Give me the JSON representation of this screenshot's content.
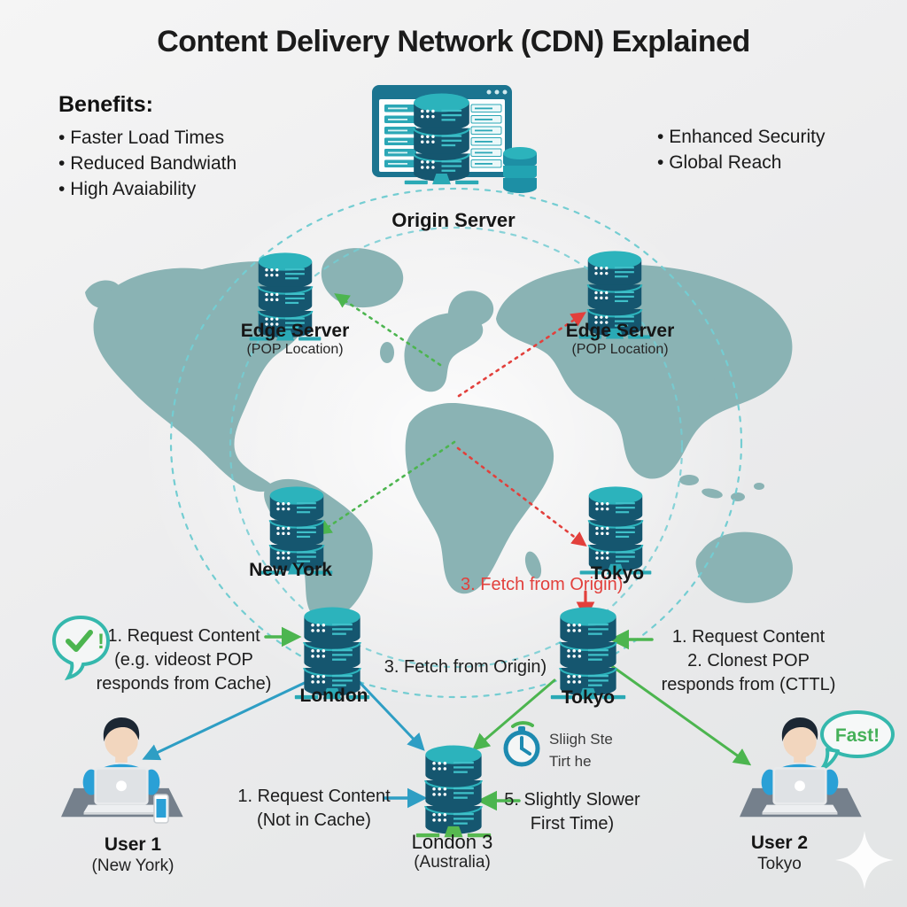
{
  "title": "Content Delivery Network (CDN) Explained",
  "benefits": {
    "heading": "Benefits:",
    "left": [
      "Faster Load Times",
      "Reduced Bandwiath",
      "High Avaiability"
    ],
    "right": [
      "Enhanced Security",
      "Global Reach"
    ]
  },
  "origin_server": {
    "label": "Origin Server"
  },
  "nodes": {
    "edge_left": {
      "label": "Edge Server",
      "sublabel": "(POP Location)"
    },
    "edge_right": {
      "label": "Edge Server",
      "sublabel": "(POP Location)"
    },
    "new_york": {
      "label": "New York"
    },
    "tokyo_map": {
      "label": "Tokyo"
    },
    "london": {
      "label": "London"
    },
    "tokyo_lower": {
      "label": "Tokyo"
    },
    "london3": {
      "label": "London 3",
      "sublabel": "(Australia)"
    }
  },
  "annotations": {
    "fetch_from_origin_red": "3. Fetch from Origin)",
    "request_left_1": "1. Request Content",
    "request_left_2": "(e.g. videost POP",
    "request_left_3": "responds from Cache)",
    "fetch_from_origin_mid": "3. Fetch from Origin)",
    "request_right_1": "1. Request Content",
    "request_right_2": "2. Clonest POP",
    "request_right_3": "responds from (CTTL)",
    "request_bottom_1": "1. Request Content",
    "request_bottom_2": "(Not in Cache)",
    "slower_1": "5. Slightly Slower",
    "slower_2": "First Time)",
    "clock_note_1": "Sliigh Ste",
    "clock_note_2": "Tirt he",
    "fast_bubble": "Fast!",
    "check_bubble": "!"
  },
  "users": {
    "user1": {
      "label": "User 1",
      "sublabel": "(New York)"
    },
    "user2": {
      "label": "User 2",
      "sublabel": "Tokyo"
    }
  },
  "colors": {
    "accent_teal": "#2CB3BC",
    "server_dark": "#15566F",
    "map_land": "#8AB3B4",
    "arrow_green": "#4CB54F",
    "arrow_red": "#E2403C",
    "arrow_blue": "#2E9EC4",
    "dashed_orbit": "#74CDD2"
  }
}
